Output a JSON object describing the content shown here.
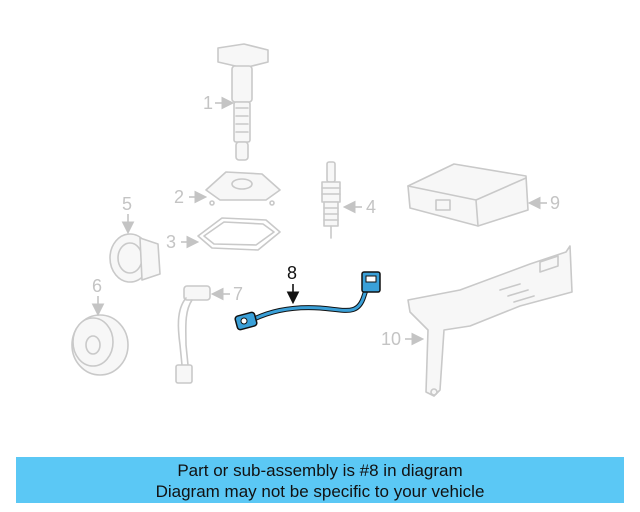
{
  "diagram": {
    "callouts": [
      "1",
      "2",
      "3",
      "4",
      "5",
      "6",
      "7",
      "8",
      "9",
      "10"
    ],
    "highlighted_part": "8",
    "highlight_color": "#3aa0d8"
  },
  "caption": {
    "line1": "Part or sub-assembly is #8 in diagram",
    "line2": "Diagram may not be specific to your vehicle",
    "background": "#5bc8f5"
  }
}
